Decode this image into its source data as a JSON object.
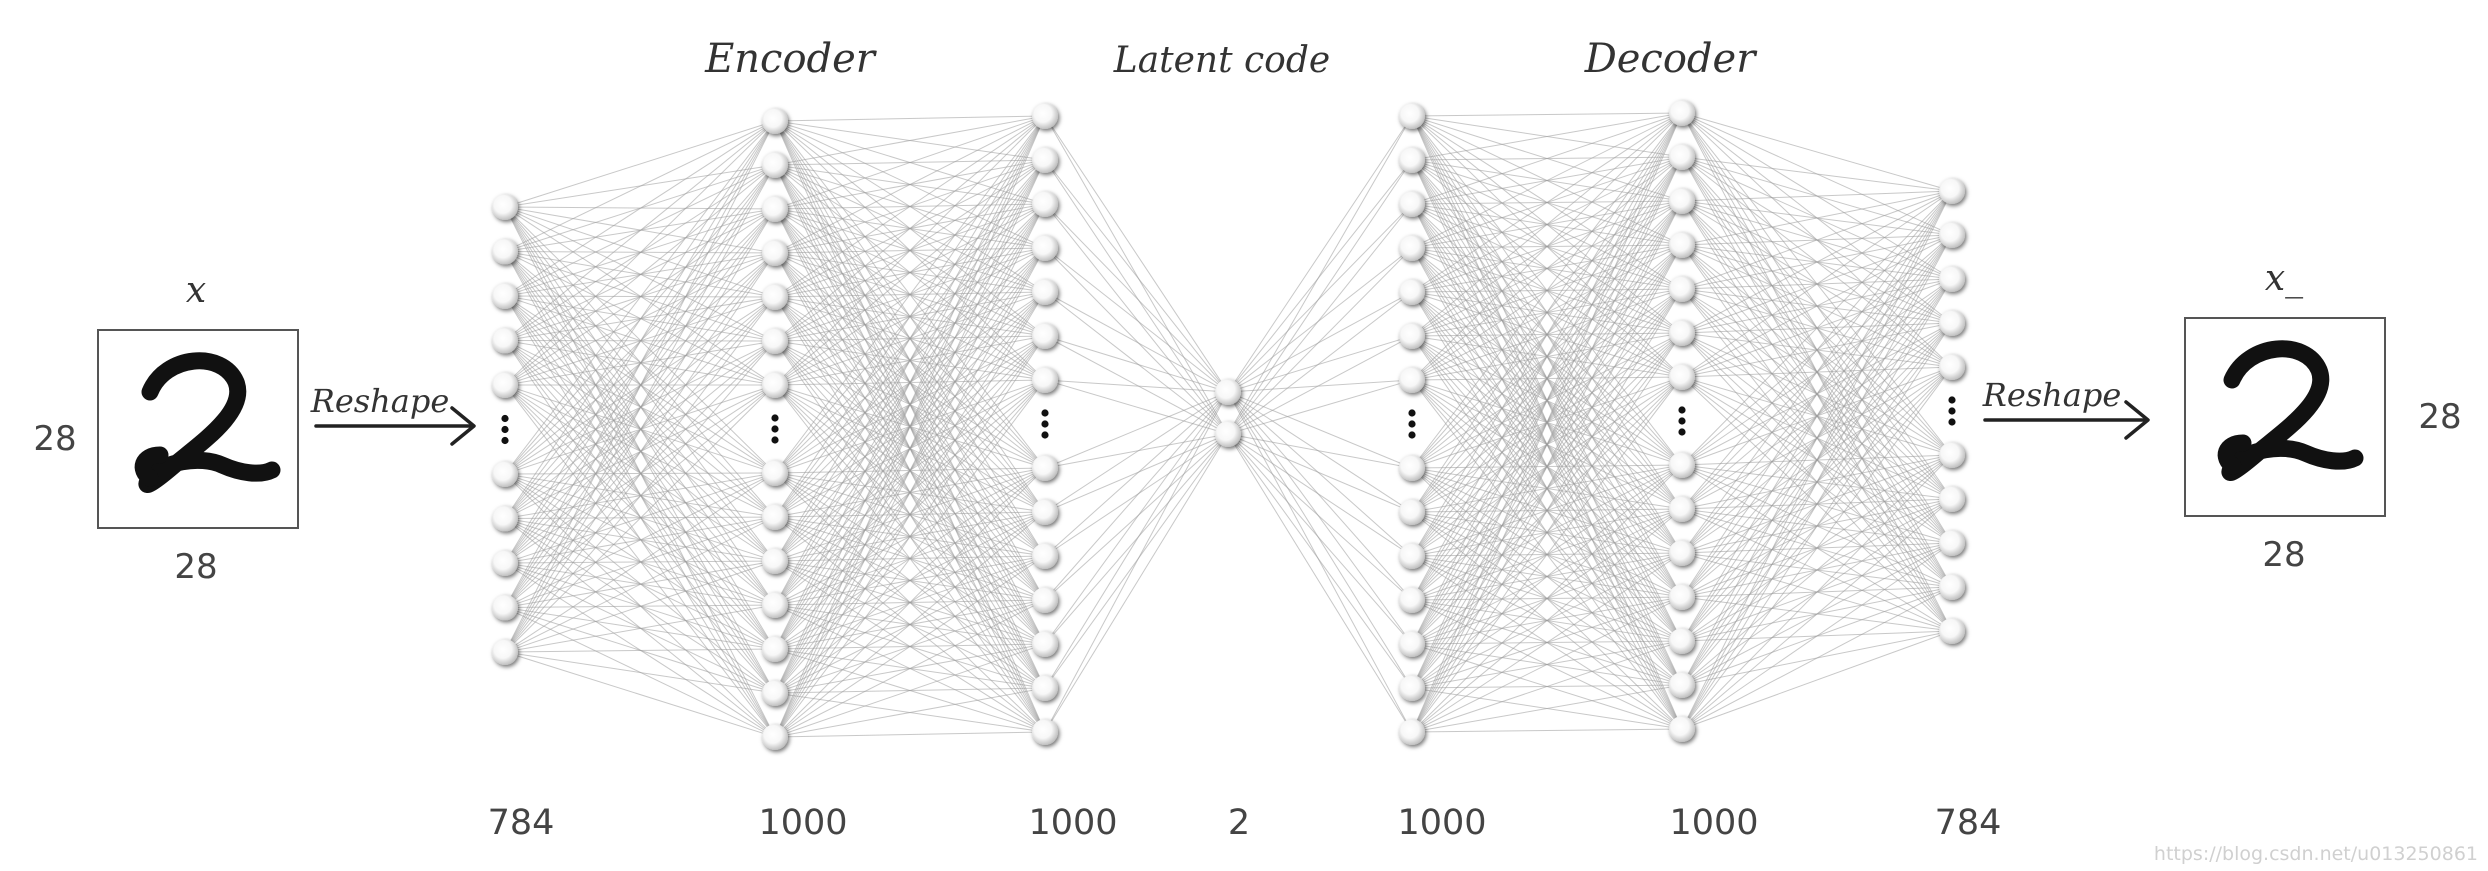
{
  "titles": {
    "encoder": "Encoder",
    "latent": "Latent code",
    "decoder": "Decoder"
  },
  "input": {
    "symbol": "x",
    "height_label": "28",
    "width_label": "28",
    "arrow_label": "Reshape"
  },
  "output": {
    "symbol": "x_",
    "height_label": "28",
    "width_label": "28",
    "arrow_label": "Reshape"
  },
  "layers": [
    {
      "size_label": "784"
    },
    {
      "size_label": "1000"
    },
    {
      "size_label": "1000"
    },
    {
      "size_label": "2"
    },
    {
      "size_label": "1000"
    },
    {
      "size_label": "1000"
    },
    {
      "size_label": "784"
    }
  ],
  "watermark": "https://blog.csdn.net/u013250861"
}
